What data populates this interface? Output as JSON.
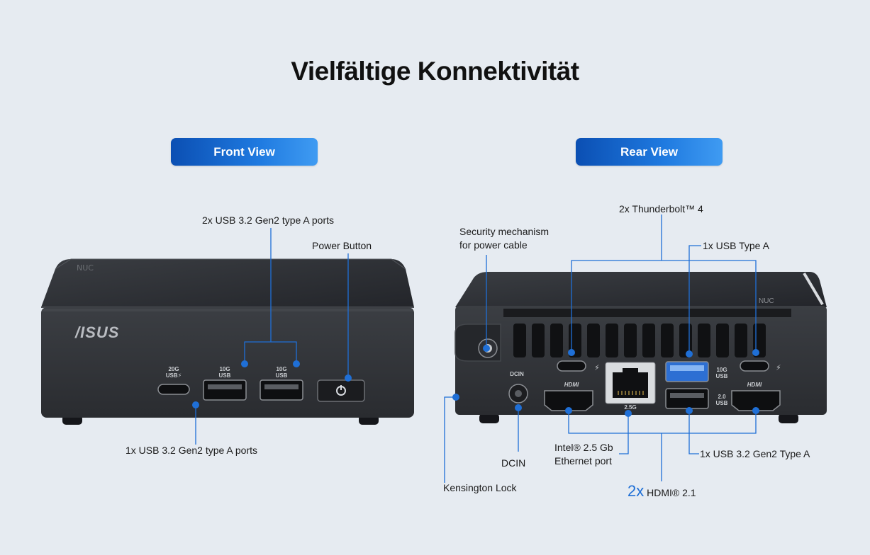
{
  "title": "Vielfältige Konnektivität",
  "tabs": {
    "front": "Front View",
    "rear": "Rear View"
  },
  "front": {
    "brand": "/ISUS",
    "port_labels": {
      "usbc": "20G\nUSB",
      "usba1": "10G\nUSB",
      "usba2": "10G\nUSB"
    },
    "callouts": {
      "usb_a_ports": "2x USB 3.2 Gen2 type A ports",
      "power_button": "Power Button",
      "usb_c_port": "1x USB 3.2 Gen2 type A ports"
    }
  },
  "rear": {
    "port_labels": {
      "dcin": "DCIN",
      "eth": "2.5G",
      "usba_top": "10G\nUSB",
      "usba_bottom": "2.0\nUSB",
      "hdmi": "HDMI"
    },
    "callouts": {
      "security_line1": "Security mechanism",
      "security_line2": "for power cable",
      "thunderbolt": "2x Thunderbolt™ 4",
      "usb_type_a": "1x  USB Type A",
      "usb_gen2": "1x USB 3.2 Gen2 Type A",
      "ethernet_line1": "Intel® 2.5 Gb",
      "ethernet_line2": "Ethernet port",
      "dcin": "DCIN",
      "kensington": "Kensington Lock",
      "hdmi_count": "2x",
      "hdmi": "HDMI® 2.1"
    }
  },
  "colors": {
    "background": "#e6ebf1",
    "accent": "#1f6fd6",
    "device": "#2d2f33"
  }
}
